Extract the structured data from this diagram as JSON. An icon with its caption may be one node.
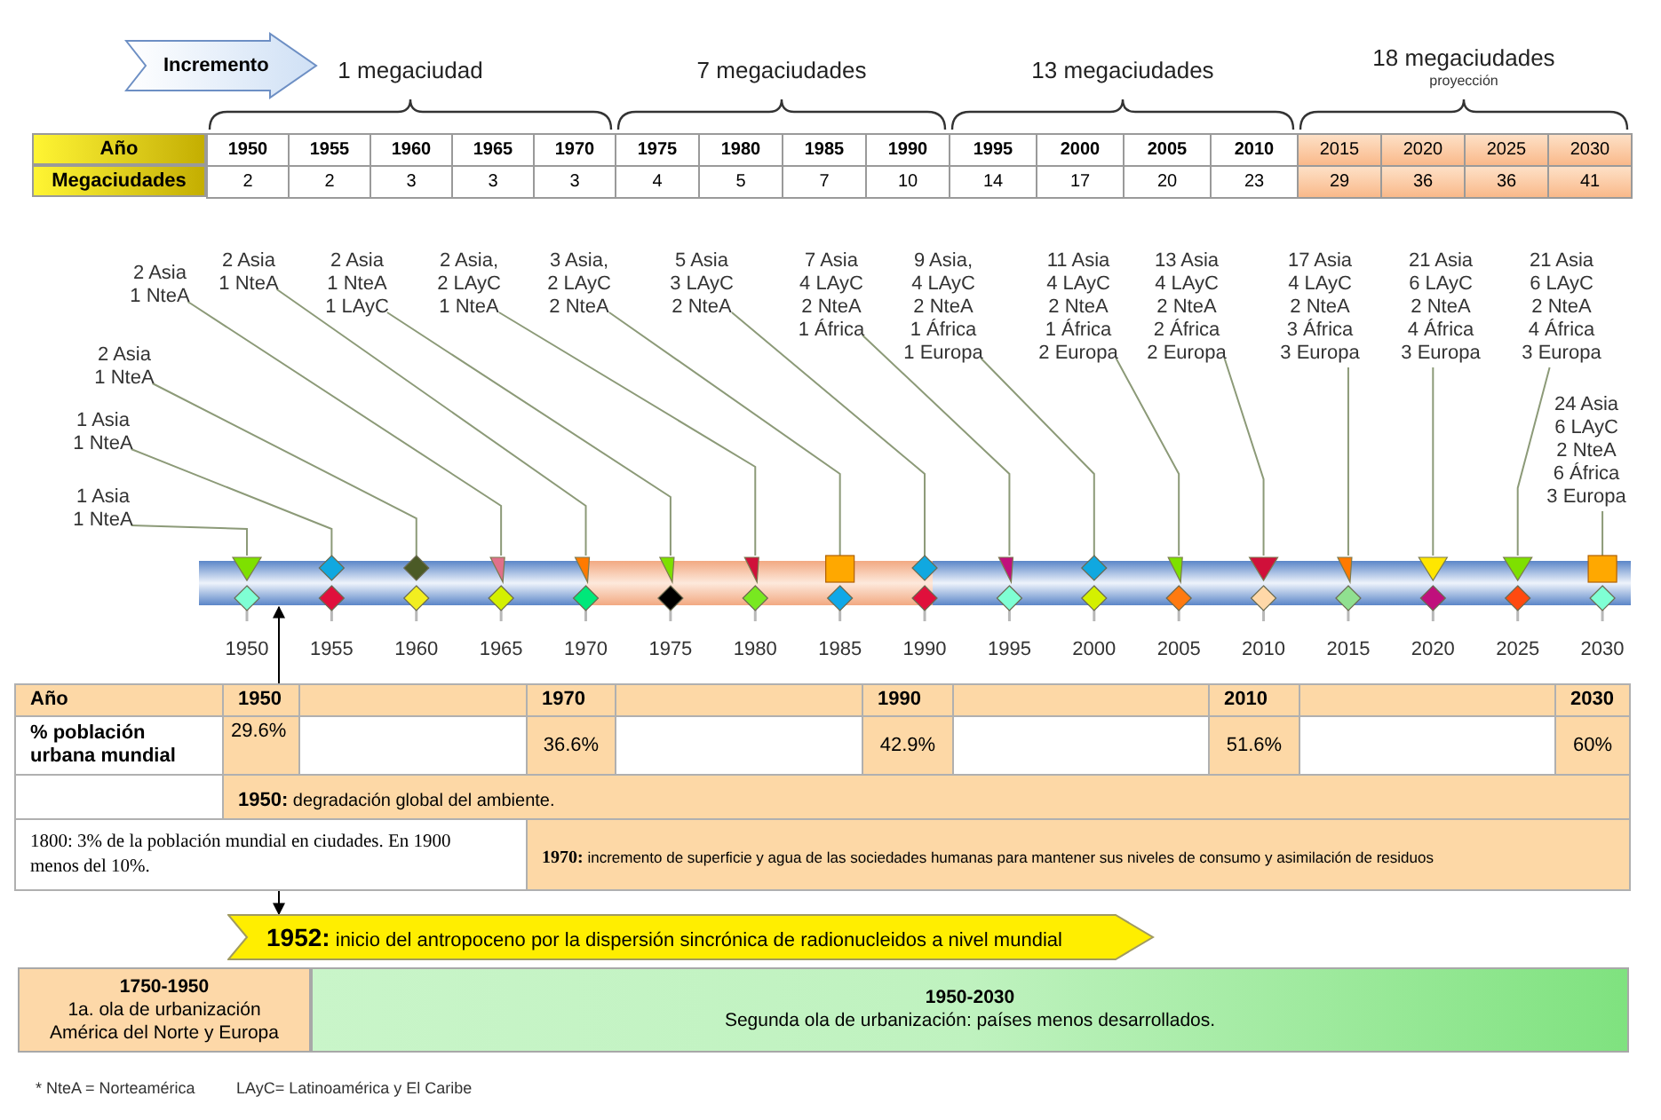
{
  "diagram": {
    "nodes": [
      {
        "text": [
          "Incremento"
        ]
      },
      {
        "text": [
          "1 Asia 1 NteA"
        ]
      },
      {
        "text": [
          "1 Asia 1 NteA"
        ]
      },
      {
        "text": [
          "2 Asia 1 NteA"
        ]
      },
      {
        "text": [
          "2 Asia 1 NteA"
        ]
      },
      {
        "text": [
          "2 Asia 1 NteA"
        ]
      },
      {
        "text": [
          "2 Asia 1 NteA 1 LAyC"
        ]
      },
      {
        "text": [
          "2 Asia, 2 LAyC 1 NteA"
        ]
      },
      {
        "text": [
          "3 Asia, 2 LAyC 2 NteA"
        ]
      },
      {
        "text": [
          "5 Asia 3 LAyC 2 NteA"
        ]
      },
      {
        "text": [
          "7 Asia 4 LAyC 2 NteA 1 África"
        ]
      },
      {
        "text": [
          "9 Asia, 4 LAyC 2 NteA 1 África 1 Europa"
        ]
      },
      {
        "text": [
          "11 Asia 4 LAyC 2 NteA 1 África 2 Europa"
        ]
      },
      {
        "text": [
          "13 Asia 4 LAyC 2 NteA 2 África 2 Europa"
        ]
      },
      {
        "text": [
          "17 Asia 4 LAyC 2 NteA 3 África 3 Europa"
        ]
      },
      {
        "text": [
          "21 Asia 6 LAyC 2 NteA 4 África 3 Europa"
        ]
      },
      {
        "text": [
          "21 Asia 6 LAyC 2 NteA 4 África 3 Europa"
        ]
      },
      {
        "text": [
          "24 Asia 6 LAyC 2 NteA 6 África 3 Europa"
        ]
      },
      {
        "text": [
          "**1952:** inicio del antropoceno por la dispersión sincrónica de radionucleidos a nivel mundial"
        ]
      },
      {
        "text": [
          "1750-1950",
          "1a. ola de urbanización América del Norte y Europa"
        ]
      },
      {
        "text": [
          "1950-2030",
          "Segunda ola de urbanización: países menos desarrollados."
        ]
      },
      {
        "text": [],
        "shape": "triangle",
        "beside": [
          "1950"
        ]
      },
      {
        "text": [],
        "shape": "diamond",
        "beside": [
          "1955"
        ]
      },
      {
        "text": [],
        "shape": "diamond",
        "beside": [
          "1960"
        ]
      },
      {
        "text": [],
        "shape": "triangle",
        "beside": [
          "1965"
        ]
      },
      {
        "text": [],
        "shape": "triangle",
        "beside": [
          "1970"
        ]
      },
      {
        "text": [],
        "shape": "triangle",
        "beside": [
          "1975"
        ]
      },
      {
        "text": [],
        "shape": "triangle",
        "beside": [
          "1980"
        ]
      },
      {
        "text": [],
        "shape": "box",
        "beside": [
          "1985"
        ]
      },
      {
        "text": [],
        "shape": "diamond",
        "beside": [
          "1990"
        ]
      },
      {
        "text": [],
        "shape": "triangle",
        "beside": [
          "1995"
        ]
      },
      {
        "text": [],
        "shape": "diamond",
        "beside": [
          "2000"
        ]
      },
      {
        "text": [],
        "shape": "triangle",
        "beside": [
          "2005"
        ]
      },
      {
        "text": [],
        "shape": "triangle",
        "beside": [
          "2010"
        ]
      },
      {
        "text": [],
        "shape": "triangle",
        "beside": [
          "2015"
        ]
      },
      {
        "text": [],
        "shape": "triangle",
        "beside": [
          "2020"
        ]
      },
      {
        "text": [],
        "shape": "triangle",
        "beside": [
          "2025"
        ]
      },
      {
        "text": [],
        "shape": "box",
        "beside": [
          "2030"
        ]
      },
      {
        "text": [],
        "shape": "bar"
      }
    ],
    "edges": [
      {
        "from": 1,
        "to": 21,
        "arrow": "none"
      },
      {
        "from": 2,
        "to": 22,
        "arrow": "none"
      },
      {
        "from": 3,
        "to": 23,
        "arrow": "none"
      },
      {
        "from": 4,
        "to": 24,
        "arrow": "none"
      },
      {
        "from": 5,
        "to": 25,
        "arrow": "none"
      },
      {
        "from": 6,
        "to": 26,
        "arrow": "none"
      },
      {
        "from": 7,
        "to": 27,
        "arrow": "none"
      },
      {
        "from": 8,
        "to": 28,
        "arrow": "none"
      },
      {
        "from": 9,
        "to": 29,
        "arrow": "none"
      },
      {
        "from": 10,
        "to": 30,
        "arrow": "none"
      },
      {
        "from": 11,
        "to": 31,
        "arrow": "none"
      },
      {
        "from": 12,
        "to": 32,
        "arrow": "none"
      },
      {
        "from": 13,
        "to": 33,
        "arrow": "none"
      },
      {
        "from": 14,
        "to": 34,
        "arrow": "none"
      },
      {
        "from": 15,
        "to": 35,
        "arrow": "none"
      },
      {
        "from": 16,
        "to": 36,
        "arrow": "none"
      },
      {
        "from": 17,
        "to": 37,
        "arrow": "none"
      },
      {
        "from": 38,
        "to": 18,
        "arrow": "both",
        "color": "#000000"
      }
    ],
    "labels": [
      "1 megaciudad",
      "7 megaciudades",
      "13 megaciudades",
      "18 megaciudades",
      "proyección",
      "Año",
      "1950",
      "1955",
      "1960",
      "1965",
      "1970",
      "1975",
      "1980",
      "1985",
      "1990",
      "1995",
      "2000",
      "2005",
      "2010",
      "2015",
      "2020",
      "2025",
      "2030",
      "Megaciudades",
      "2",
      "2",
      "3",
      "3",
      "3",
      "4",
      "5",
      "7",
      "10",
      "14",
      "17",
      "20",
      "23",
      "29",
      "36",
      "36",
      "41",
      "Año",
      "1950",
      "1970",
      "1990",
      "2010",
      "2030",
      "% población urbana mundial",
      "29.6%",
      "36.6%",
      "42.9%",
      "51.6%",
      "60%",
      "**1950:** degradación global del ambiente.",
      "1800: 3% de la población mundial en ciudades. En 1900 menos del 10%.",
      "**1970:** incremento de superficie y agua de las sociedades humanas para mantener sus niveles de consumo y asimilación de residuos",
      "* NteA = Norteamérica",
      "LAyC= Latinoamérica y El Caribe"
    ]
  }
}
